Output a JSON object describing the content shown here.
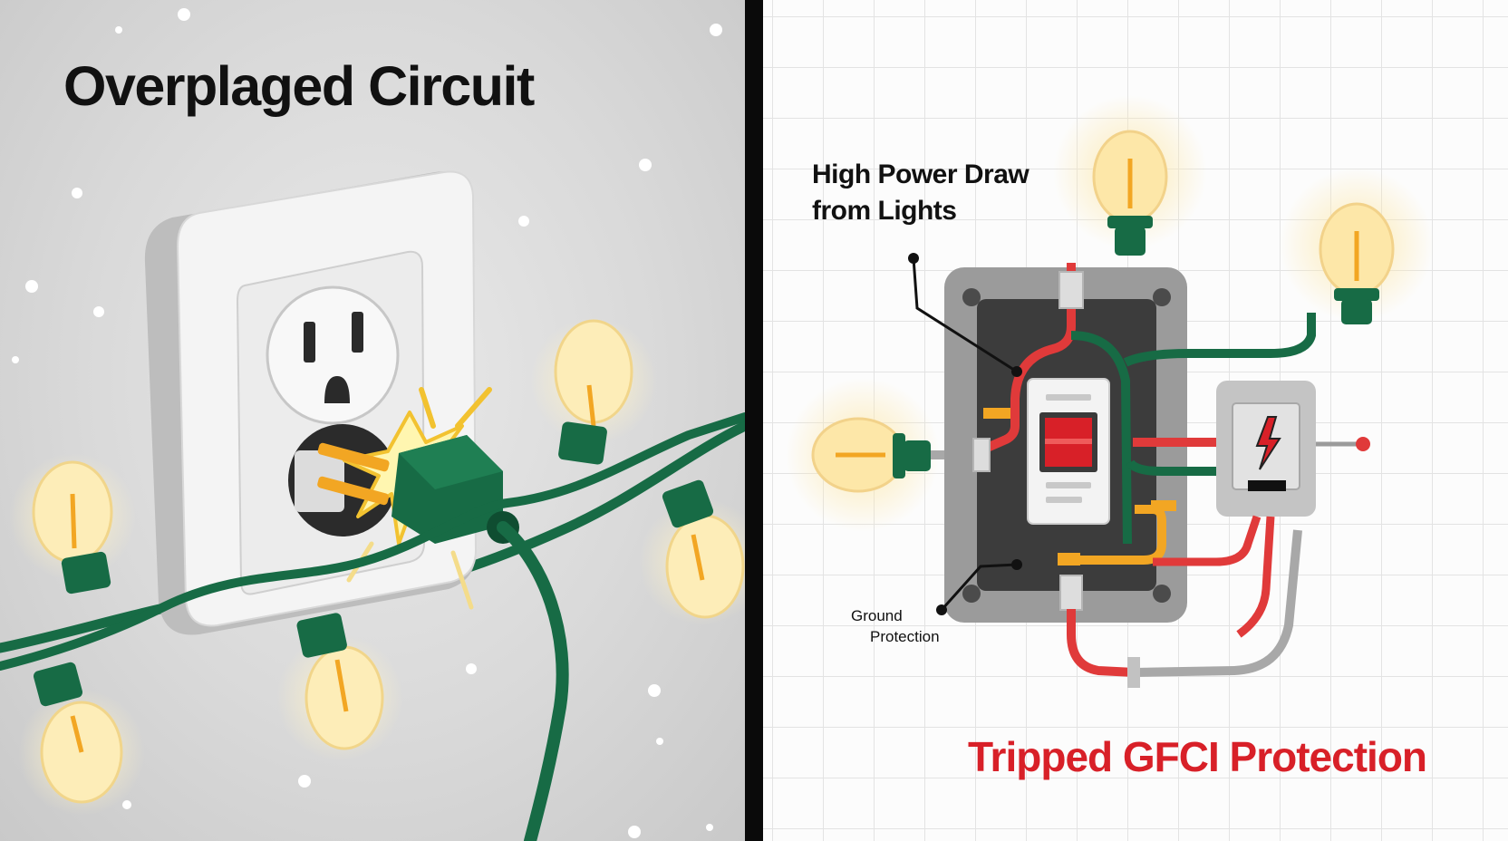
{
  "left": {
    "title": "Overplaged Circuit"
  },
  "right": {
    "label_power_line1": "High Power Draw",
    "label_power_line2": "from Lights",
    "label_ground_line1": "Ground",
    "label_ground_line2": "Protection",
    "title": "Tripped GFCI Protection"
  },
  "colors": {
    "cord_green": "#176b45",
    "wire_red": "#e03a3a",
    "wire_orange": "#f2a623",
    "title_red": "#d82028",
    "bulb_glow": "#fde9b0"
  }
}
